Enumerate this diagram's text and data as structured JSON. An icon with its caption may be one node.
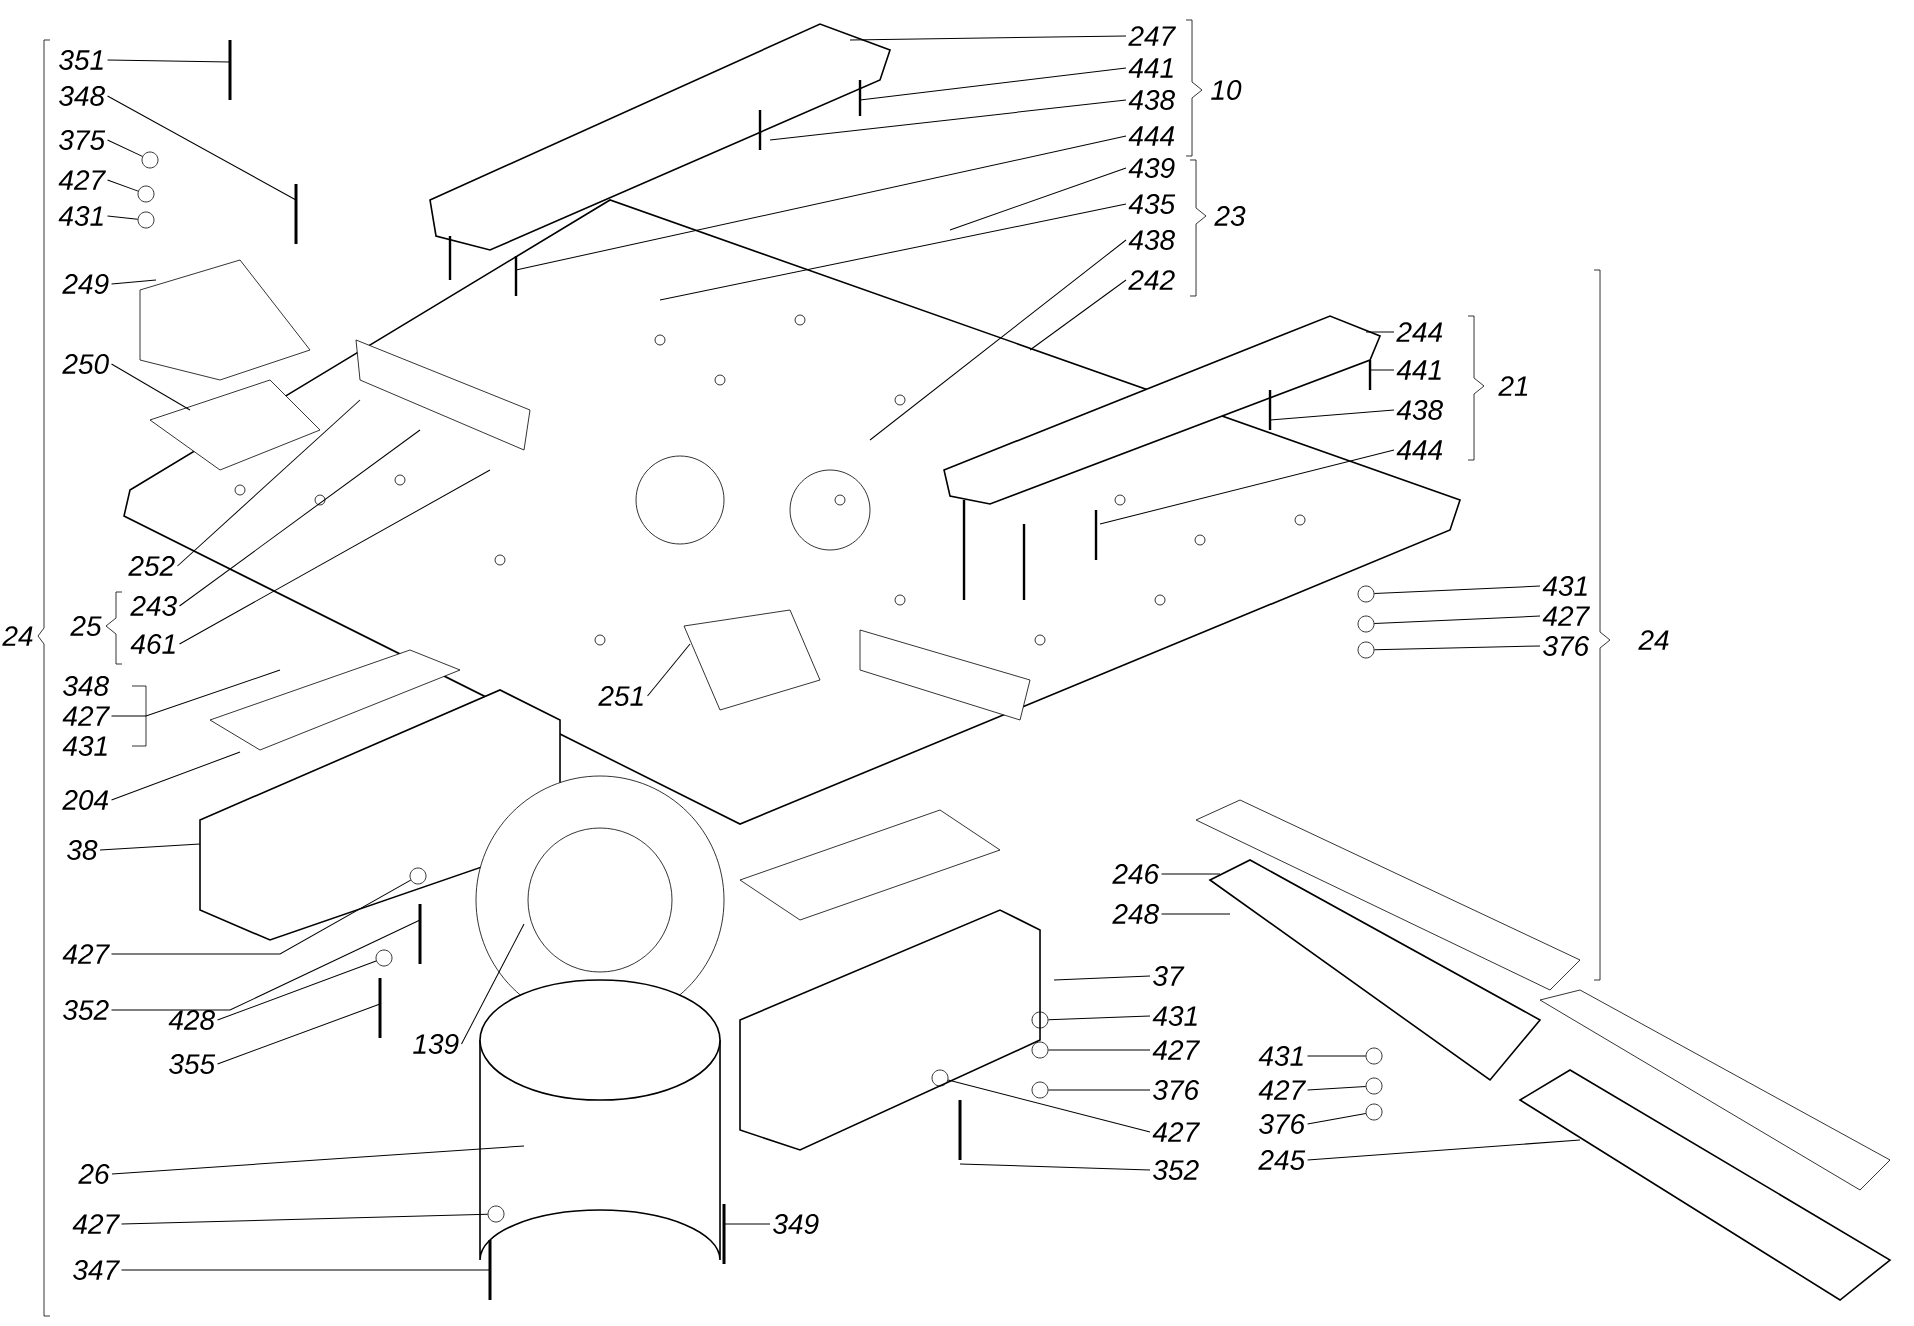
{
  "diagram": {
    "nodes": [
      {
        "text": [
          "351"
        ]
      },
      {
        "text": [
          "348"
        ]
      },
      {
        "text": [
          "375"
        ]
      },
      {
        "text": [
          "427"
        ]
      },
      {
        "text": [
          "431"
        ]
      },
      {
        "text": [
          "249"
        ]
      },
      {
        "text": [
          "250"
        ]
      },
      {
        "text": [
          "252"
        ]
      },
      {
        "text": [
          "243"
        ]
      },
      {
        "text": [
          "461"
        ]
      },
      {
        "text": [
          "348"
        ]
      },
      {
        "text": [
          "427"
        ]
      },
      {
        "text": [
          "431"
        ]
      },
      {
        "text": [
          "204"
        ]
      },
      {
        "text": [
          "38"
        ]
      },
      {
        "text": [
          "427"
        ]
      },
      {
        "text": [
          "352"
        ]
      },
      {
        "text": [
          "428"
        ]
      },
      {
        "text": [
          "355"
        ]
      },
      {
        "text": [
          "139"
        ]
      },
      {
        "text": [
          "26"
        ]
      },
      {
        "text": [
          "427"
        ]
      },
      {
        "text": [
          "347"
        ]
      },
      {
        "text": [
          "251"
        ]
      },
      {
        "text": [
          "247"
        ]
      },
      {
        "text": [
          "441"
        ]
      },
      {
        "text": [
          "438"
        ]
      },
      {
        "text": [
          "444"
        ]
      },
      {
        "text": [
          "439"
        ]
      },
      {
        "text": [
          "435"
        ]
      },
      {
        "text": [
          "438"
        ]
      },
      {
        "text": [
          "242"
        ]
      },
      {
        "text": [
          "244"
        ]
      },
      {
        "text": [
          "441"
        ]
      },
      {
        "text": [
          "438"
        ]
      },
      {
        "text": [
          "444"
        ]
      },
      {
        "text": [
          "431"
        ]
      },
      {
        "text": [
          "427"
        ]
      },
      {
        "text": [
          "376"
        ]
      },
      {
        "text": [
          "37"
        ]
      },
      {
        "text": [
          "431"
        ]
      },
      {
        "text": [
          "427"
        ]
      },
      {
        "text": [
          "376"
        ]
      },
      {
        "text": [
          "427"
        ]
      },
      {
        "text": [
          "352"
        ]
      },
      {
        "text": [
          "349"
        ]
      },
      {
        "text": [
          "246"
        ]
      },
      {
        "text": [
          "248"
        ]
      },
      {
        "text": [
          "431"
        ]
      },
      {
        "text": [
          "427"
        ]
      },
      {
        "text": [
          "376"
        ]
      },
      {
        "text": [
          "245"
        ]
      },
      {
        "text": [],
        "shape": "circle"
      },
      {
        "text": [],
        "shape": "circle"
      },
      {
        "text": [],
        "shape": "circle"
      },
      {
        "text": [],
        "shape": "circle"
      },
      {
        "text": [],
        "shape": "circle"
      },
      {
        "text": [],
        "shape": "circle"
      },
      {
        "text": [],
        "shape": "circle"
      },
      {
        "text": [],
        "shape": "circle"
      },
      {
        "text": [],
        "shape": "circle"
      },
      {
        "text": [],
        "shape": "circle"
      },
      {
        "text": [],
        "shape": "circle"
      },
      {
        "text": [],
        "shape": "circle"
      },
      {
        "text": [],
        "shape": "circle"
      },
      {
        "text": [],
        "shape": "circle"
      },
      {
        "text": [],
        "shape": "circle"
      },
      {
        "text": [],
        "shape": "circle"
      }
    ],
    "edges": [
      {
        "from": 0,
        "to": null,
        "arrow": "none"
      },
      {
        "from": 1,
        "to": null,
        "arrow": "none"
      },
      {
        "from": 2,
        "to": 52,
        "arrow": "none"
      },
      {
        "from": 3,
        "to": 53,
        "arrow": "none"
      },
      {
        "from": 4,
        "to": 54,
        "arrow": "none"
      },
      {
        "from": 5,
        "to": null,
        "arrow": "none"
      },
      {
        "from": 6,
        "to": null,
        "arrow": "none"
      },
      {
        "from": 7,
        "to": null,
        "arrow": "none"
      },
      {
        "from": 8,
        "to": null,
        "arrow": "none"
      },
      {
        "from": 9,
        "to": null,
        "arrow": "none"
      },
      {
        "from": 11,
        "to": null,
        "arrow": "none"
      },
      {
        "from": 13,
        "to": null,
        "arrow": "none"
      },
      {
        "from": 14,
        "to": null,
        "arrow": "none"
      },
      {
        "from": 15,
        "to": 55,
        "arrow": "none"
      },
      {
        "from": 16,
        "to": null,
        "arrow": "none"
      },
      {
        "from": 17,
        "to": 56,
        "arrow": "none"
      },
      {
        "from": 18,
        "to": null,
        "arrow": "none"
      },
      {
        "from": 19,
        "to": null,
        "arrow": "none"
      },
      {
        "from": 20,
        "to": null,
        "arrow": "none"
      },
      {
        "from": 21,
        "to": 57,
        "arrow": "none"
      },
      {
        "from": 22,
        "to": null,
        "arrow": "none"
      },
      {
        "from": 23,
        "to": null,
        "arrow": "none"
      },
      {
        "from": 24,
        "to": null,
        "arrow": "none"
      },
      {
        "from": 25,
        "to": null,
        "arrow": "none"
      },
      {
        "from": 26,
        "to": null,
        "arrow": "none"
      },
      {
        "from": 27,
        "to": null,
        "arrow": "none"
      },
      {
        "from": 28,
        "to": null,
        "arrow": "none"
      },
      {
        "from": 29,
        "to": null,
        "arrow": "none"
      },
      {
        "from": 30,
        "to": null,
        "arrow": "none"
      },
      {
        "from": 31,
        "to": null,
        "arrow": "none"
      },
      {
        "from": 32,
        "to": null,
        "arrow": "none"
      },
      {
        "from": 33,
        "to": null,
        "arrow": "none"
      },
      {
        "from": 34,
        "to": null,
        "arrow": "none"
      },
      {
        "from": 35,
        "to": null,
        "arrow": "none"
      },
      {
        "from": 36,
        "to": 58,
        "arrow": "none"
      },
      {
        "from": 37,
        "to": 59,
        "arrow": "none"
      },
      {
        "from": 38,
        "to": 60,
        "arrow": "none"
      },
      {
        "from": 39,
        "to": null,
        "arrow": "none"
      },
      {
        "from": 40,
        "to": 61,
        "arrow": "none"
      },
      {
        "from": 41,
        "to": 62,
        "arrow": "none"
      },
      {
        "from": 42,
        "to": 63,
        "arrow": "none"
      },
      {
        "from": 43,
        "to": 64,
        "arrow": "none"
      },
      {
        "from": 44,
        "to": null,
        "arrow": "none"
      },
      {
        "from": 45,
        "to": null,
        "arrow": "none"
      },
      {
        "from": 46,
        "to": null,
        "arrow": "none"
      },
      {
        "from": 47,
        "to": null,
        "arrow": "none"
      },
      {
        "from": 48,
        "to": 65,
        "arrow": "none"
      },
      {
        "from": 49,
        "to": 66,
        "arrow": "none"
      },
      {
        "from": 50,
        "to": 67,
        "arrow": "none"
      },
      {
        "from": 51,
        "to": null,
        "arrow": "none"
      }
    ],
    "labels": [
      "10",
      "23",
      "21",
      "25",
      "24",
      "24"
    ]
  }
}
